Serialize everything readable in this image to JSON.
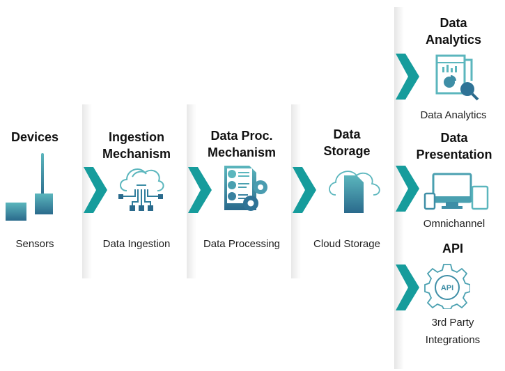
{
  "colors": {
    "chevron": "#169c9c",
    "icon_light": "#5bb6bd",
    "icon_dark": "#2a6a8c"
  },
  "stages": [
    {
      "title_line1": "Devices",
      "title_line2": "",
      "icon": "sensors-icon",
      "label": "Sensors"
    },
    {
      "title_line1": "Ingestion",
      "title_line2": "Mechanism",
      "icon": "cloud-network-icon",
      "label": "Data Ingestion"
    },
    {
      "title_line1": "Data Proc.",
      "title_line2": "Mechanism",
      "icon": "document-gears-icon",
      "label": "Data Processing"
    },
    {
      "title_line1": "Data",
      "title_line2": "Storage",
      "icon": "cloud-file-icon",
      "label": "Cloud Storage"
    }
  ],
  "outputs": [
    {
      "title_line1": "Data",
      "title_line2": "Analytics",
      "icon": "analytics-icon",
      "label_line1": "Data Analytics",
      "label_line2": ""
    },
    {
      "title_line1": "Data",
      "title_line2": "Presentation",
      "icon": "devices-icon",
      "label_line1": "Omnichannel",
      "label_line2": ""
    },
    {
      "title_line1": "API",
      "title_line2": "",
      "icon": "api-gear-icon",
      "label_line1": "3rd Party",
      "label_line2": "Integrations"
    }
  ]
}
